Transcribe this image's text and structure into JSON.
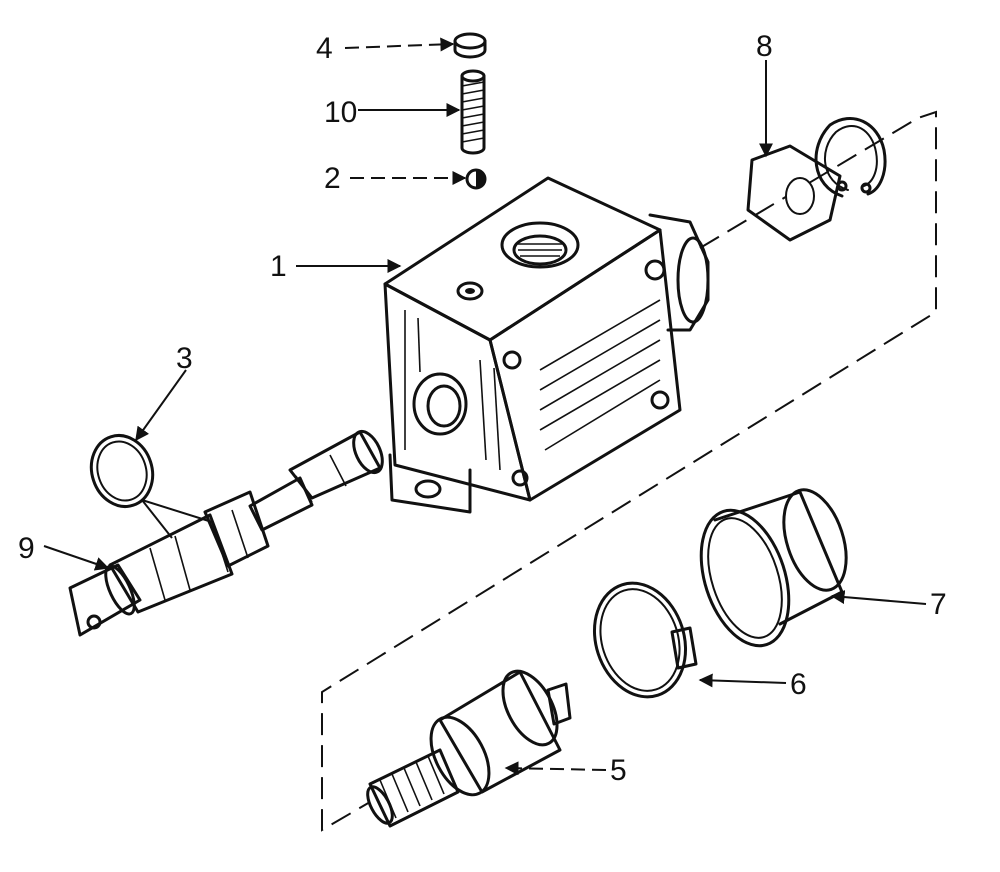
{
  "diagram": {
    "labels": [
      {
        "id": "1",
        "text": "1"
      },
      {
        "id": "2",
        "text": "2"
      },
      {
        "id": "3",
        "text": "3"
      },
      {
        "id": "4",
        "text": "4"
      },
      {
        "id": "5",
        "text": "5"
      },
      {
        "id": "6",
        "text": "6"
      },
      {
        "id": "7",
        "text": "7"
      },
      {
        "id": "8",
        "text": "8"
      },
      {
        "id": "9",
        "text": "9"
      },
      {
        "id": "10",
        "text": "10"
      }
    ]
  }
}
